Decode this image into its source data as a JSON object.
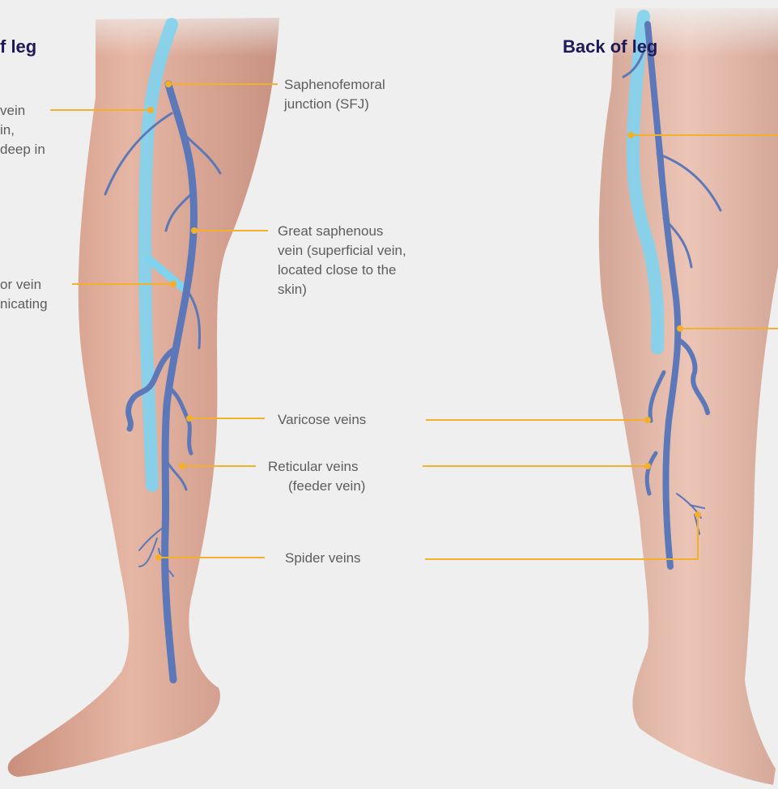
{
  "headings": {
    "front": "f leg",
    "back": "Back of leg"
  },
  "labels": {
    "sfj": [
      "Saphenofemoral",
      "junction (SFJ)"
    ],
    "deep": [
      "vein",
      "in,",
      "deep in"
    ],
    "perforator": [
      "or vein",
      "nicating"
    ],
    "great": [
      "Great saphenous",
      "vein (superficial vein,",
      "located close to the",
      "skin)"
    ],
    "varicose": [
      "Varicose veins"
    ],
    "reticular": [
      "Reticular veins",
      "(feeder vein)"
    ],
    "spider": [
      "Spider veins"
    ]
  },
  "colors": {
    "background": "#efefef",
    "heading": "#1f1859",
    "label_text": "#5d5d5d",
    "leader_line": "#f4b02a",
    "superficial_vein": "#5d78b8",
    "deep_vein": "#7fd3ef",
    "skin": "#e2b3a2"
  }
}
